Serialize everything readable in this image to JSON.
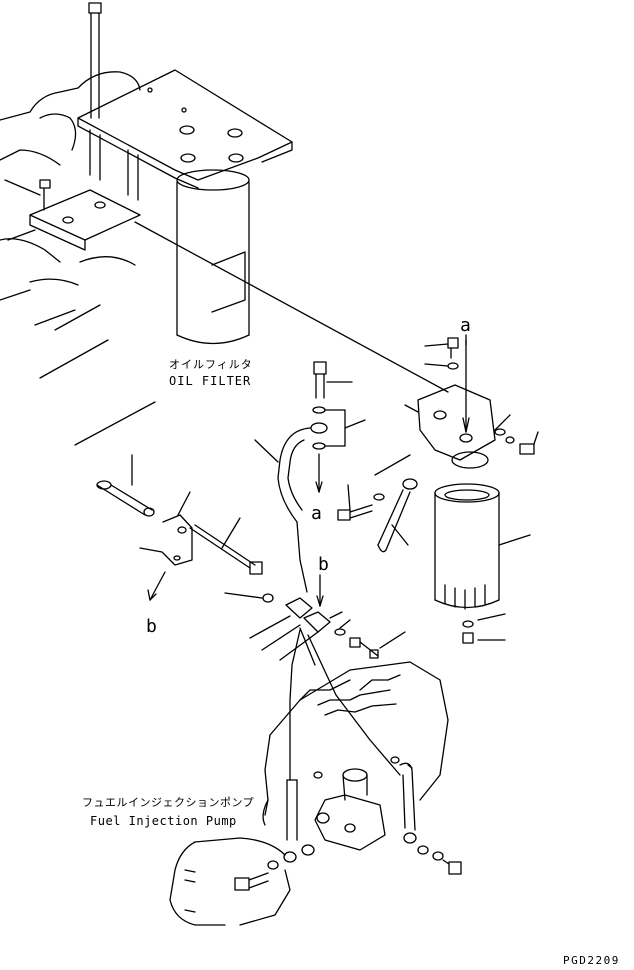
{
  "labels": {
    "oil_filter_jp": "オイルフィルタ",
    "oil_filter_en": "OIL FILTER",
    "fuel_pump_jp": "フュエルインジェクションポンプ",
    "fuel_pump_en": "Fuel Injection Pump",
    "ref_a_top": "a",
    "ref_a_mid": "a",
    "ref_b_left": "b",
    "ref_b_mid": "b",
    "drawing_code": "PGD2209"
  },
  "colors": {
    "ink": "#000000",
    "paper": "#ffffff"
  }
}
